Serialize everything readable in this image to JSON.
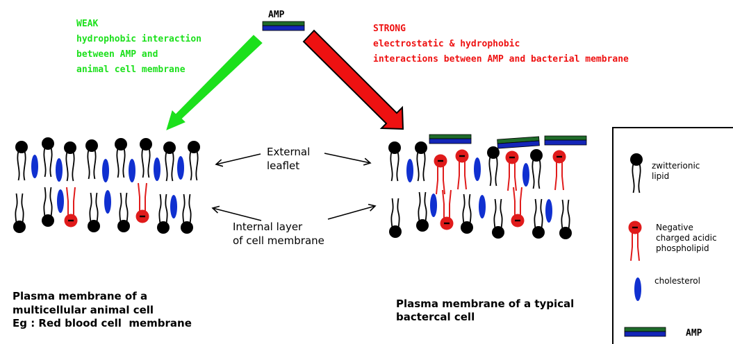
{
  "amp_top_label": "AMP",
  "weak": {
    "lines": [
      "WEAK",
      "hydrophobic interaction",
      "between AMP and",
      "animal cell membrane"
    ],
    "color": "#1ce01c"
  },
  "strong": {
    "lines": [
      "STRONG",
      "electrostatic & hydrophobic",
      "interactions between AMP and bacterial membrane"
    ],
    "color": "#ee1111"
  },
  "middle": {
    "external_lines": [
      "External",
      "leaflet"
    ],
    "internal_lines": [
      "Internal layer",
      "of cell membrane"
    ]
  },
  "animal_caption": [
    "Plasma membrane of a",
    "multicellular animal cell",
    "Eg : Red blood cell  membrane"
  ],
  "bacterial_caption": [
    "Plasma membrane of a typical",
    "bactercal cell"
  ],
  "legend": {
    "zwitterionic": [
      "zwitterionic",
      "lipid"
    ],
    "acidic": [
      "Negative",
      "charged acidic",
      "phospholipid"
    ],
    "cholesterol": "cholesterol",
    "amp": "AMP"
  },
  "colors": {
    "zwitterionic": "#000000",
    "acidic": "#e01b1b",
    "cholesterol": "#1030d0",
    "amp_green": "#1f6b2a",
    "amp_blue": "#1426b8"
  }
}
